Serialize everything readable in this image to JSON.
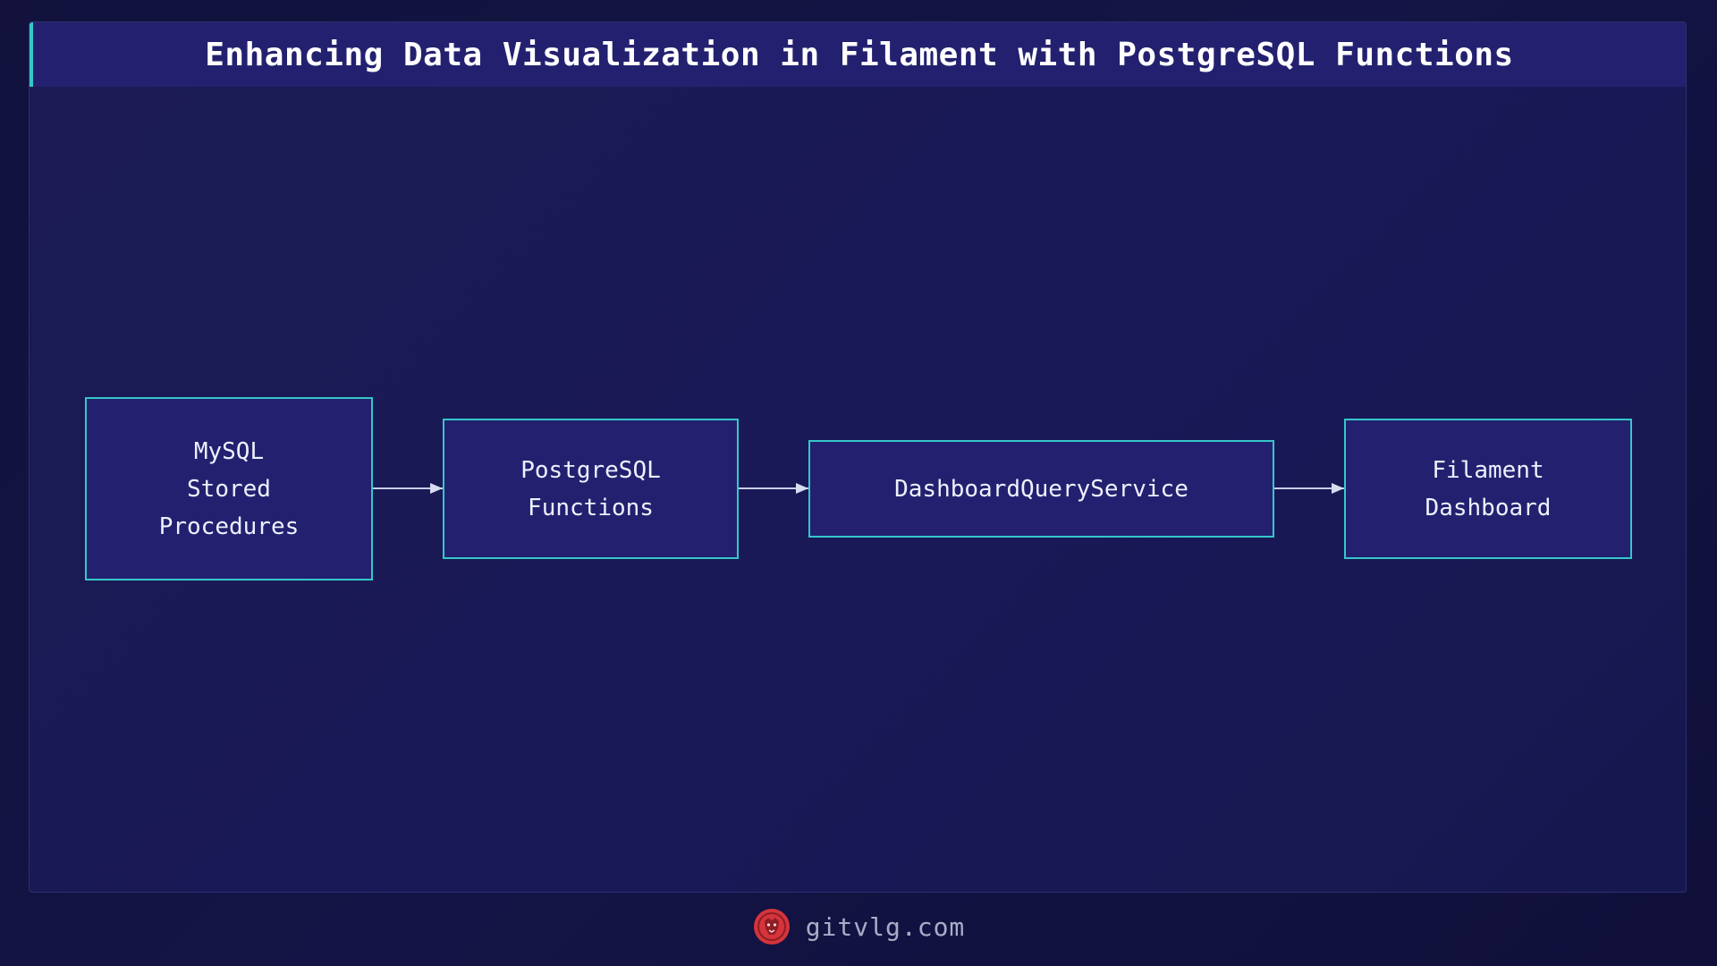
{
  "title": "Enhancing Data Visualization in Filament with PostgreSQL Functions",
  "nodes": [
    {
      "id": "mysql",
      "label": "MySQL\nStored\nProcedures"
    },
    {
      "id": "postgres",
      "label": "PostgreSQL\nFunctions"
    },
    {
      "id": "service",
      "label": "DashboardQueryService"
    },
    {
      "id": "dashboard",
      "label": "Filament\nDashboard"
    }
  ],
  "edges": [
    {
      "from": "mysql",
      "to": "postgres"
    },
    {
      "from": "postgres",
      "to": "service"
    },
    {
      "from": "service",
      "to": "dashboard"
    }
  ],
  "footer": {
    "site": "gitvlg.com",
    "logo_icon": "lion-head-icon"
  },
  "colors": {
    "accent": "#35c7c9",
    "node_fill": "#23216f",
    "background": "#1b1a53",
    "logo": "#d6343c"
  }
}
